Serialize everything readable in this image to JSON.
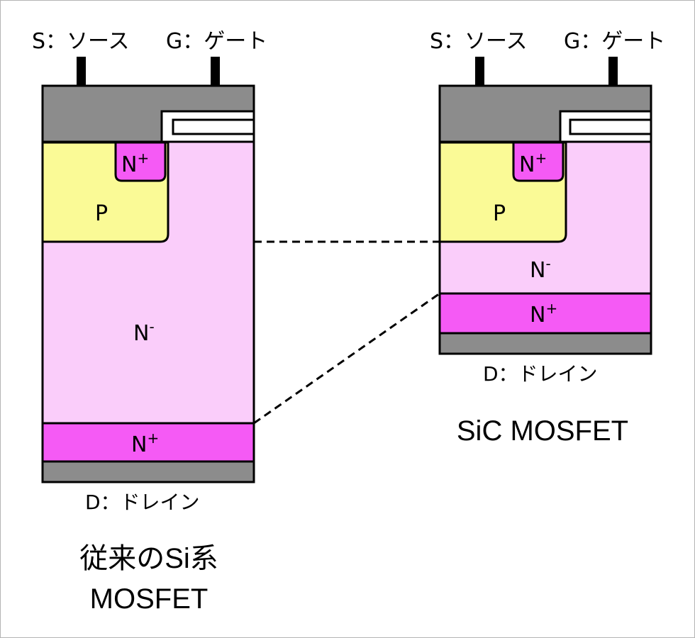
{
  "colors": {
    "metal": "#8c8c8c",
    "p_region": "#fafa96",
    "n_minus": "#facdfa",
    "n_plus": "#f55af5",
    "oxide": "#ffffff",
    "outline": "#000000"
  },
  "si_device": {
    "source_label": "S：ソース",
    "gate_label": "G：ゲート",
    "drain_label": "D：ドレイン",
    "n_plus_top": "N+",
    "p_region": "P",
    "n_minus": "N-",
    "n_plus_bottom": "N+",
    "caption_line1": "従来のSi系",
    "caption_line2": "MOSFET"
  },
  "sic_device": {
    "source_label": "S：ソース",
    "gate_label": "G：ゲート",
    "drain_label": "D：ドレイン",
    "n_plus_top": "N+",
    "p_region": "P",
    "n_minus": "N-",
    "n_plus_bottom": "N+",
    "caption": "SiC MOSFET"
  }
}
